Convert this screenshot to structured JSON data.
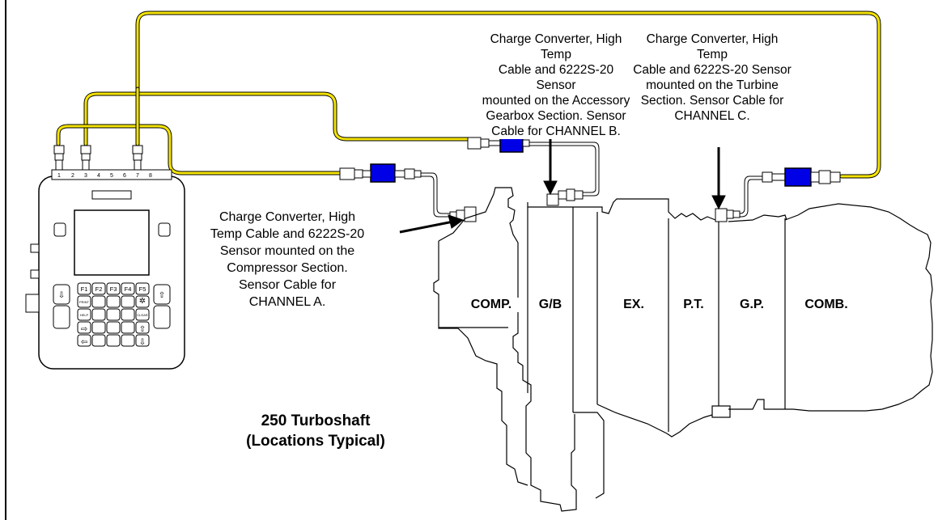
{
  "callouts": {
    "channel_b": [
      "Charge Converter, High Temp",
      "Cable and 6222S-20 Sensor",
      "mounted on the Accessory",
      "Gearbox Section.  Sensor",
      "Cable for CHANNEL B."
    ],
    "channel_c": [
      "Charge Converter, High Temp",
      "Cable and 6222S-20 Sensor",
      "mounted on the Turbine",
      "Section.  Sensor Cable for",
      "CHANNEL C."
    ],
    "channel_a": [
      "Charge Converter, High",
      "Temp Cable and 6222S-20",
      "Sensor mounted on the",
      "Compressor Section.",
      "Sensor Cable for",
      "CHANNEL A."
    ]
  },
  "sections": {
    "comp": "COMP.",
    "gb": "G/B",
    "ex": "EX.",
    "pt": "P.T.",
    "gp": "G.P.",
    "comb": "COMB."
  },
  "title": [
    "250 Turboshaft",
    "(Locations Typical)"
  ],
  "device": {
    "function_keys": [
      "F1",
      "F2",
      "F3",
      "F4",
      "F5"
    ],
    "key_labels": {
      "print": "PRINT",
      "help": "HELP",
      "clear": "CLEAR"
    },
    "port_numbers": [
      "1",
      "2",
      "3",
      "4",
      "5",
      "6",
      "7",
      "8"
    ]
  },
  "colors": {
    "cable_yellow": "#f5e400",
    "converter_blue": "#0000e6",
    "line": "#000000"
  }
}
